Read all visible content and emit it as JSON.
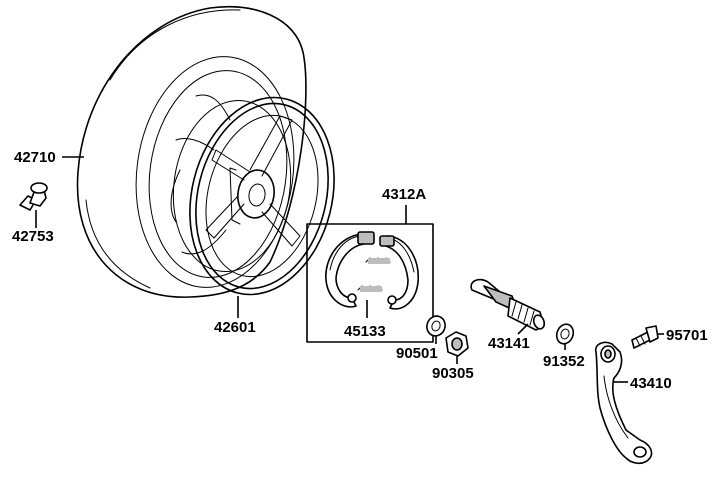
{
  "diagram": {
    "colors": {
      "line": "#000000",
      "background": "#ffffff",
      "shade": "#bdbdbd"
    },
    "parts": {
      "tire": "42710",
      "valve": "42753",
      "rim": "42601",
      "brake_shoe_set": "4312A",
      "brake_spring": "45133",
      "washer": "90501",
      "nut": "90305",
      "cam_shaft": "43141",
      "washer_2": "91352",
      "bolt": "95701",
      "brake_arm": "43410"
    }
  }
}
